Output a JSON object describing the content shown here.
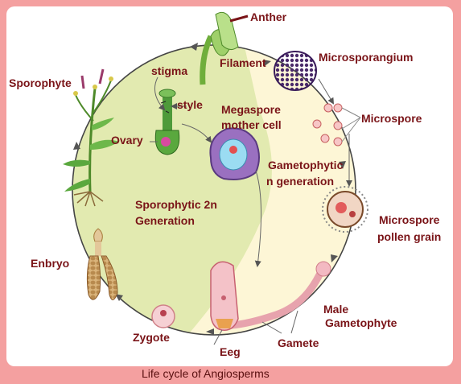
{
  "labels": {
    "anther": "Anther",
    "filament": "Filament",
    "microsporangium": "Microsporangium",
    "microspore": "Microspore",
    "sporophyte": "Sporophyte",
    "stigma": "stigma",
    "style": "style",
    "ovary": "Ovary",
    "megaspore_line1": "Megaspore",
    "megaspore_line2": "mother cell",
    "gametophytic_line1": "Gametophytic",
    "gametophytic_line2": "n generation",
    "sporophytic_line1": "Sporophytic 2n",
    "sporophytic_line2": "Generation",
    "microspore_pollen_line1": "Microspore",
    "microspore_pollen_line2": "pollen grain",
    "embryo": "Enbryo",
    "male_gametophyte_line1": "Male",
    "male_gametophyte_line2": "Gametophyte",
    "zygote": "Zygote",
    "egg": "Eeg",
    "gamete": "Gamete"
  },
  "caption": "Life cycle of Angiosperms",
  "colors": {
    "frame": "#f4a0a0",
    "circle_fill": "#e2eab0",
    "sporophytic_half": "#dbe59a",
    "gametophytic_half": "#fdf6d6",
    "label_text": "#7a1418"
  }
}
